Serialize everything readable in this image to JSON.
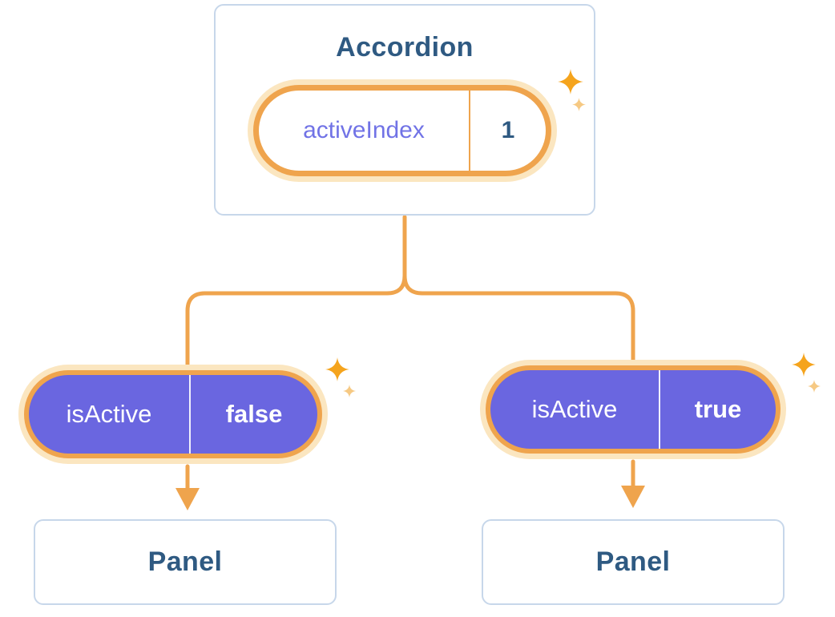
{
  "diagram": {
    "root": {
      "title": "Accordion",
      "state_pill": {
        "label": "activeIndex",
        "value": "1"
      }
    },
    "children": [
      {
        "prop_pill": {
          "label": "isActive",
          "value": "false"
        },
        "panel": {
          "title": "Panel"
        }
      },
      {
        "prop_pill": {
          "label": "isActive",
          "value": "true"
        },
        "panel": {
          "title": "Panel"
        }
      }
    ],
    "icons": [
      "sparkle-icon",
      "arrow-down-icon"
    ],
    "colors": {
      "accent_orange": "#EFA44D",
      "glow": "#FBE6C0",
      "sparkle_bright": "#F5A41D",
      "sparkle_light": "#F6C983",
      "purple": "#6A66E0",
      "label_purple": "#7173E6",
      "text_blue": "#2F5A82",
      "card_border": "#C7D7EA"
    }
  }
}
